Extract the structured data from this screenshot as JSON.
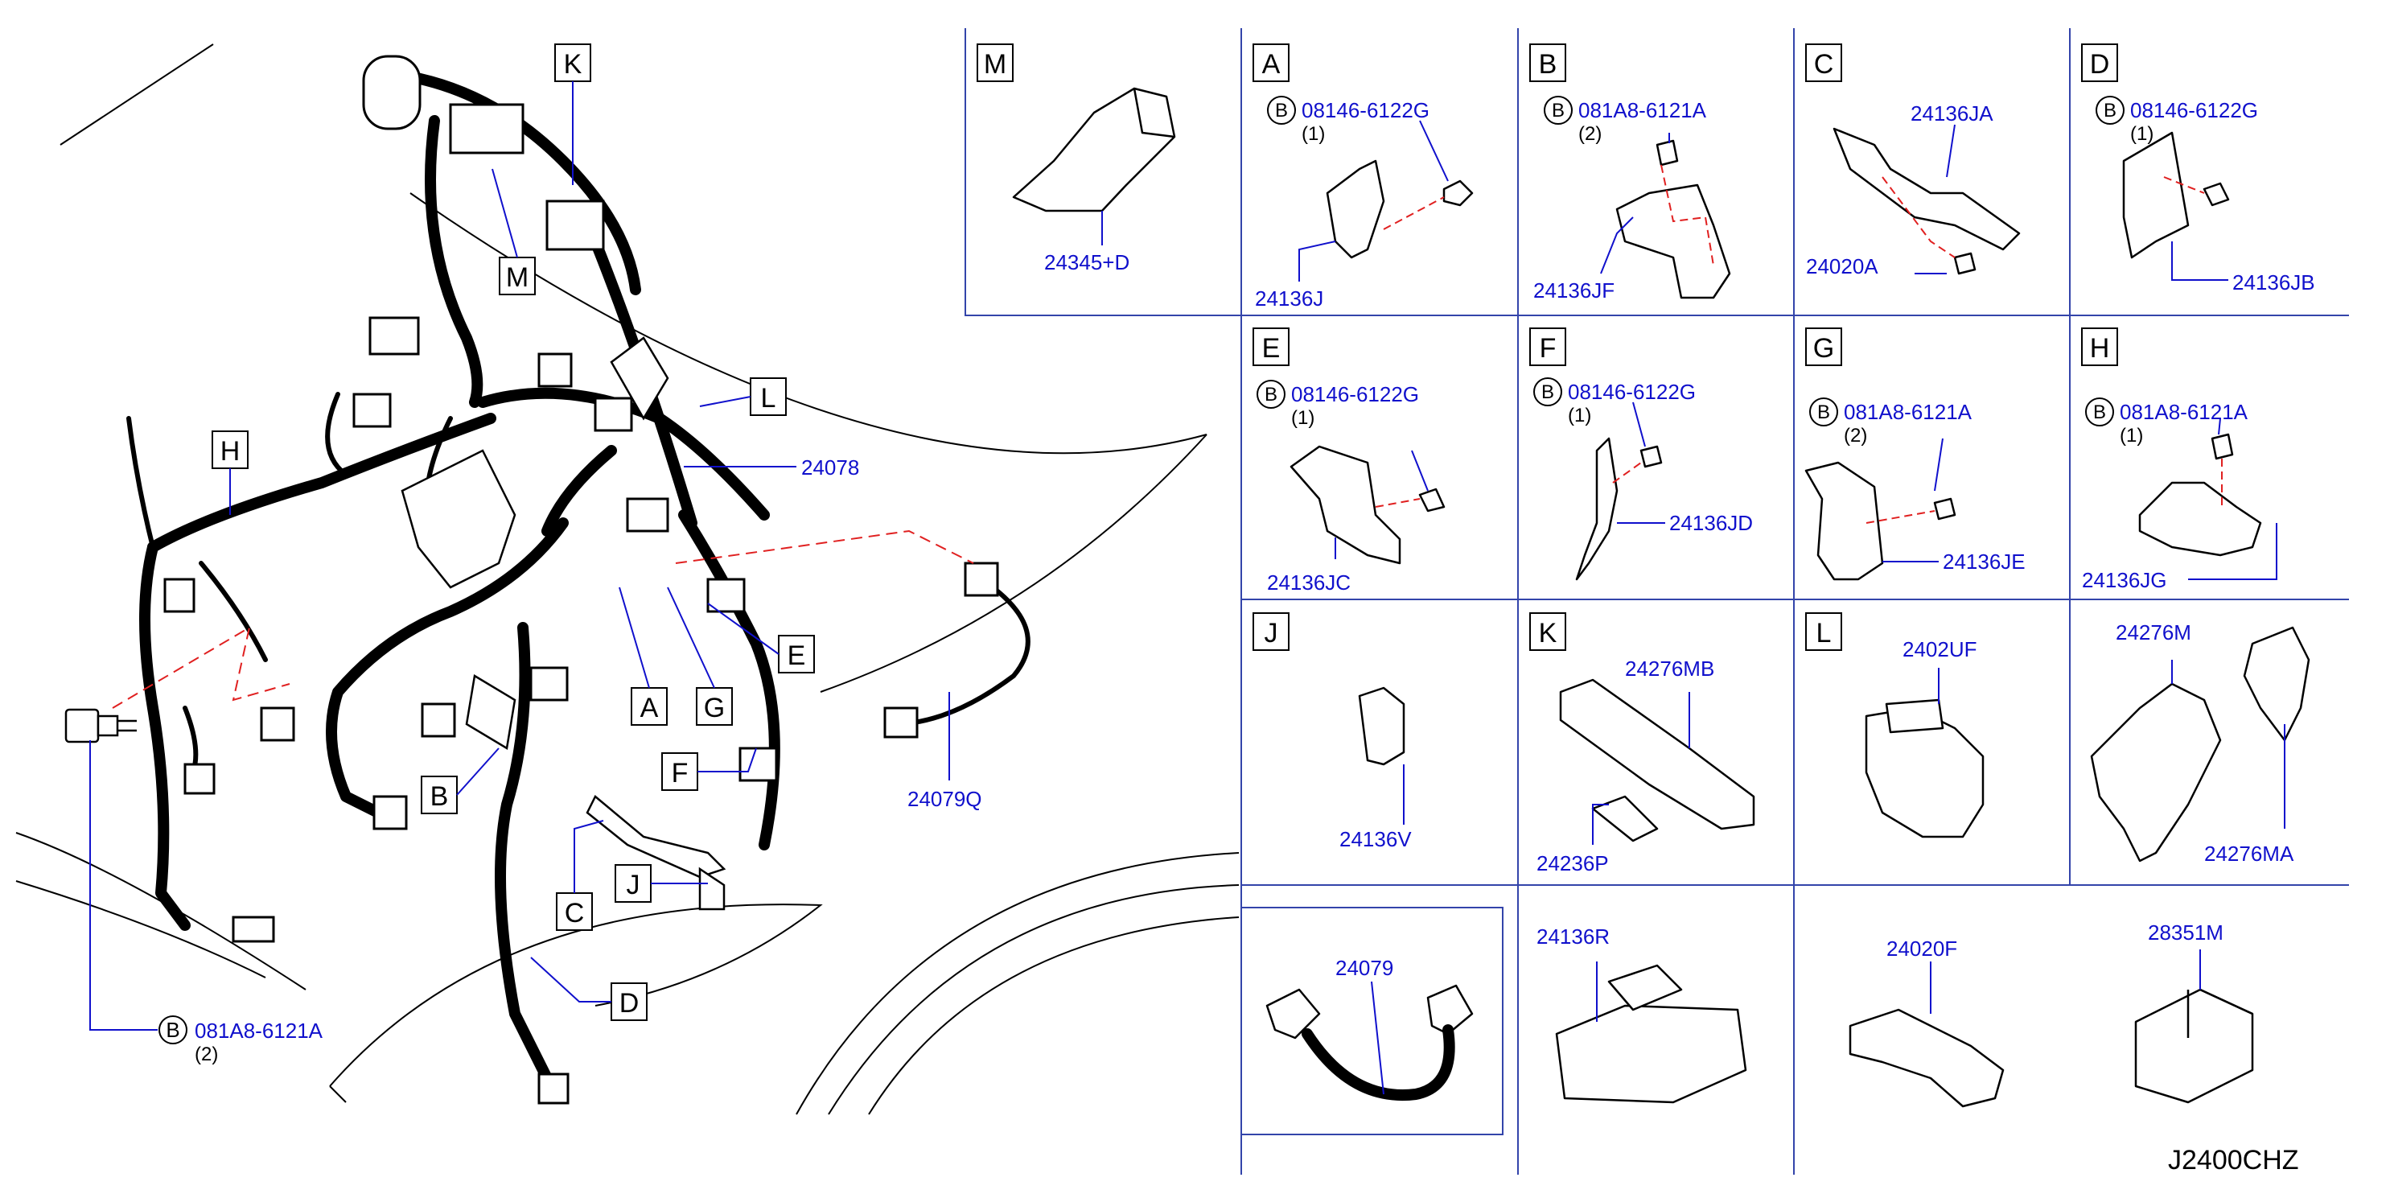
{
  "colors": {
    "part_number": "#1010cc",
    "line": "#000000",
    "leader": "#1010cc",
    "divider": "#3344aa",
    "dashed": "#e02020"
  },
  "main": {
    "callouts": [
      "K",
      "M",
      "L",
      "H",
      "A",
      "G",
      "E",
      "B",
      "F",
      "C",
      "J",
      "D"
    ],
    "parts": {
      "harness": "24078",
      "sub_harness": "24079Q",
      "bolt": "081A8-6121A",
      "bolt_qty": "(2)"
    }
  },
  "panels": [
    {
      "label": "M",
      "parts": [
        "24345+D"
      ]
    },
    {
      "label": "A",
      "bolt": "08146-6122G",
      "qty": "(1)",
      "parts": [
        "24136J"
      ]
    },
    {
      "label": "B",
      "bolt": "081A8-6121A",
      "qty": "(2)",
      "parts": [
        "24136JF"
      ]
    },
    {
      "label": "C",
      "parts": [
        "24136JA",
        "24020A"
      ]
    },
    {
      "label": "D",
      "bolt": "08146-6122G",
      "qty": "(1)",
      "parts": [
        "24136JB"
      ]
    },
    {
      "label": "E",
      "bolt": "08146-6122G",
      "qty": "(1)",
      "parts": [
        "24136JC"
      ]
    },
    {
      "label": "F",
      "bolt": "08146-6122G",
      "qty": "(1)",
      "parts": [
        "24136JD"
      ]
    },
    {
      "label": "G",
      "bolt": "081A8-6121A",
      "qty": "(2)",
      "parts": [
        "24136JE"
      ]
    },
    {
      "label": "H",
      "bolt": "081A8-6121A",
      "qty": "(1)",
      "parts": [
        "24136JG"
      ]
    },
    {
      "label": "J",
      "parts": [
        "24136V"
      ]
    },
    {
      "label": "K",
      "parts": [
        "24276MB",
        "24236P"
      ]
    },
    {
      "label": "L",
      "parts": [
        "2402UF"
      ]
    },
    {
      "label": "",
      "parts": [
        "24276M",
        "24276MA"
      ]
    },
    {
      "label": "",
      "parts": [
        "24079"
      ]
    },
    {
      "label": "",
      "parts": [
        "24136R"
      ]
    },
    {
      "label": "",
      "parts": [
        "24020F"
      ]
    },
    {
      "label": "",
      "parts": [
        "28351M"
      ]
    }
  ],
  "bolt_symbol": "B",
  "diagram_code": "J2400CHZ"
}
